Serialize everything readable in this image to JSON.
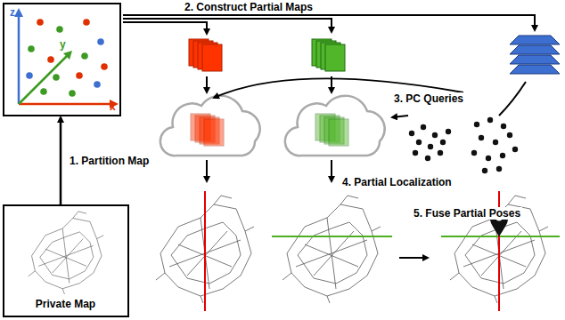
{
  "diagram": {
    "nodes": [
      {
        "text": [
          "z",
          "y",
          "x"
        ]
      },
      {
        "text": [
          "Private Map"
        ]
      }
    ],
    "edges": [
      {
        "from": 1,
        "to": 0,
        "label": "1. Partition Map",
        "arrow": "to"
      }
    ],
    "labels": [
      "2. Construct Partial Maps",
      "3. PC Queries",
      "4. Partial Localization",
      "5. Fuse Partial Poses"
    ]
  }
}
